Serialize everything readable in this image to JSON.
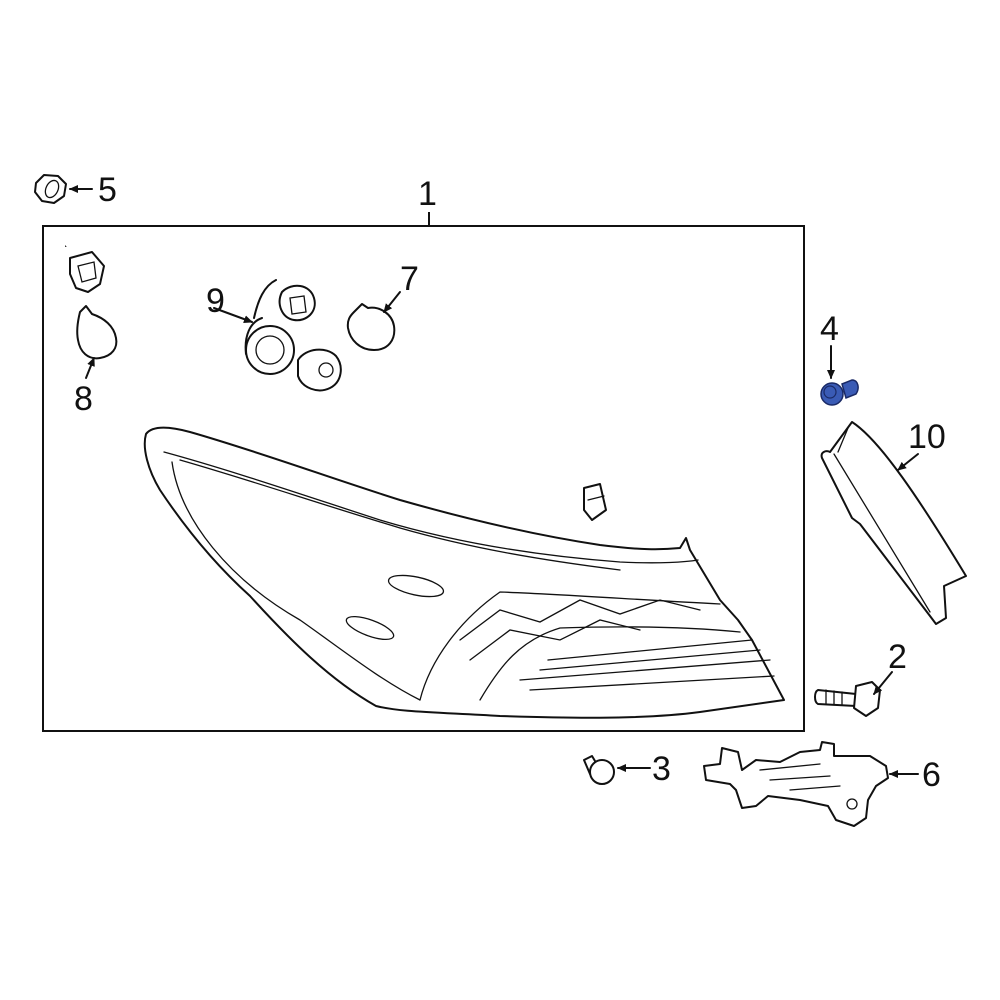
{
  "diagram": {
    "type": "exploded parts diagram",
    "subject": "Tail lamp assembly",
    "highlight_color": "#3a5bb5",
    "line_color": "#111111",
    "background": "#ffffff"
  },
  "callouts": [
    {
      "id": "1",
      "label": "1",
      "part": "tail-lamp-assembly"
    },
    {
      "id": "2",
      "label": "2",
      "part": "bolt"
    },
    {
      "id": "3",
      "label": "3",
      "part": "clip"
    },
    {
      "id": "4",
      "label": "4",
      "part": "retainer-clip",
      "highlighted": true
    },
    {
      "id": "5",
      "label": "5",
      "part": "nut"
    },
    {
      "id": "6",
      "label": "6",
      "part": "bracket"
    },
    {
      "id": "7",
      "label": "7",
      "part": "cap"
    },
    {
      "id": "8",
      "label": "8",
      "part": "bulb"
    },
    {
      "id": "9",
      "label": "9",
      "part": "socket-and-wire"
    },
    {
      "id": "10",
      "label": "10",
      "part": "cover-trim"
    }
  ]
}
